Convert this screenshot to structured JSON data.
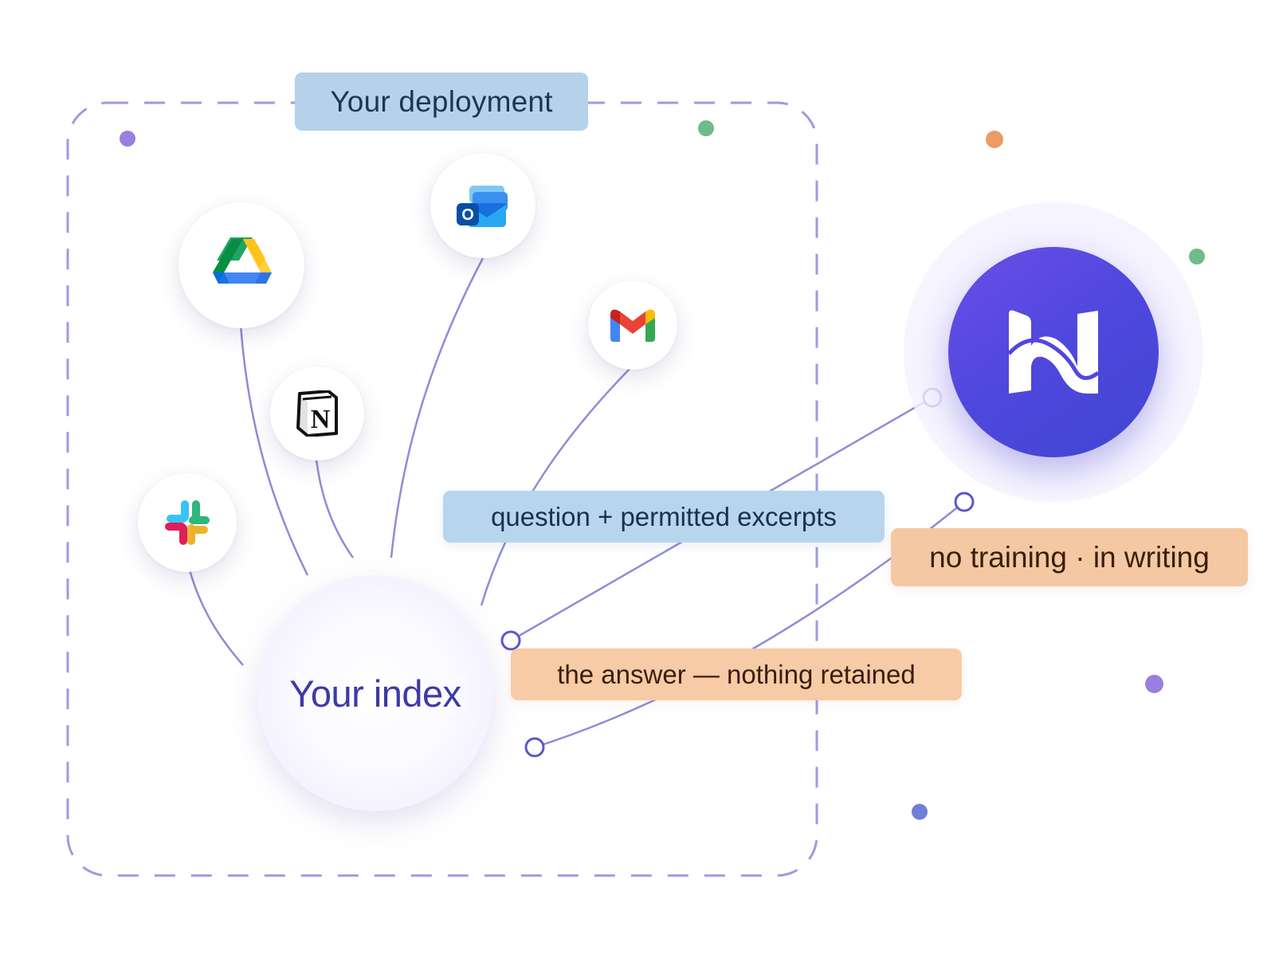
{
  "deployment": {
    "label": "Your deployment"
  },
  "index_hub": {
    "label": "Your index"
  },
  "sources": [
    {
      "name": "Google Drive",
      "icon": "google-drive-icon"
    },
    {
      "name": "Outlook",
      "icon": "outlook-icon"
    },
    {
      "name": "Gmail",
      "icon": "gmail-icon"
    },
    {
      "name": "Notion",
      "icon": "notion-icon"
    },
    {
      "name": "Slack",
      "icon": "slack-icon"
    }
  ],
  "flows": {
    "question": "question + permitted excerpts",
    "answer": "the answer — nothing retained",
    "policy": "no training · in writing"
  },
  "brand": {
    "icon": "n-logo-icon",
    "color": "#5147e0"
  },
  "notion_letter": "N",
  "outlook_letter": "O",
  "colors": {
    "boundary": "#9e9ae0",
    "connector": "#8f8bd8",
    "question_pill": "#b7d6ee",
    "answer_pill": "#f6cba6",
    "dot_purple": "#9a7ee0",
    "dot_green": "#6fbb8b",
    "dot_orange": "#ec9a66",
    "dot_blue": "#6f7fd6"
  }
}
